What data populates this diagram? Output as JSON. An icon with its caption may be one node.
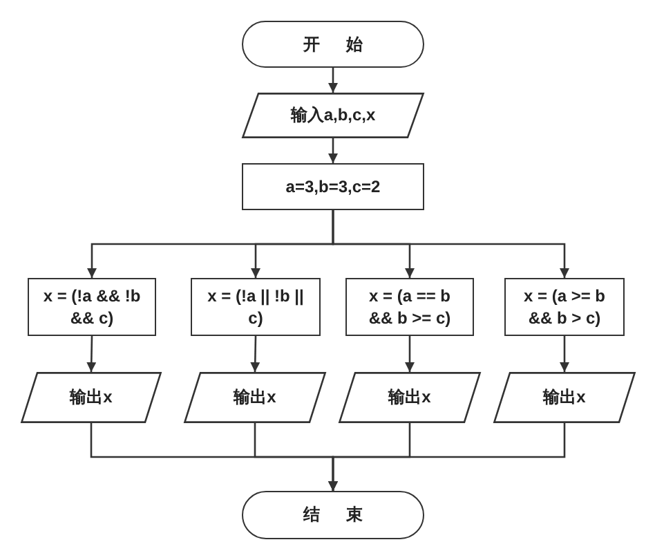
{
  "diagram": {
    "nodes": [
      {
        "text": [
          "开始"
        ]
      },
      {
        "text": [
          "输入a,b,c,x"
        ]
      },
      {
        "text": [
          "a=3,b=3,c=2"
        ]
      },
      {
        "text": [
          "x = (!a && !b && c)"
        ]
      },
      {
        "text": [
          "x = (!a || !b || c)"
        ]
      },
      {
        "text": [
          "x = (a == b && b >= c)"
        ]
      },
      {
        "text": [
          "x = (a >= b && b > c)"
        ]
      },
      {
        "text": [
          "输出x"
        ]
      },
      {
        "text": [
          "输出x"
        ]
      },
      {
        "text": [
          "输出x"
        ]
      },
      {
        "text": [
          "输出x"
        ]
      },
      {
        "text": [
          "结束"
        ]
      }
    ],
    "edges": [
      {
        "from": 0,
        "to": 1,
        "arrow": "to"
      },
      {
        "from": 1,
        "to": 2,
        "arrow": "to"
      },
      {
        "from": 2,
        "to": 3,
        "arrow": "to"
      },
      {
        "from": 2,
        "to": 4,
        "arrow": "to"
      },
      {
        "from": 2,
        "to": 5,
        "arrow": "to"
      },
      {
        "from": 2,
        "to": 6,
        "arrow": "to"
      },
      {
        "from": 3,
        "to": 7,
        "arrow": "to"
      },
      {
        "from": 4,
        "to": 8,
        "arrow": "to"
      },
      {
        "from": 5,
        "to": 9,
        "arrow": "to"
      },
      {
        "from": 6,
        "to": 10,
        "arrow": "to"
      },
      {
        "from": 7,
        "to": 11,
        "arrow": "to"
      },
      {
        "from": 8,
        "to": 11,
        "arrow": "to"
      },
      {
        "from": 9,
        "to": 11,
        "arrow": "to"
      },
      {
        "from": 10,
        "to": 11,
        "arrow": "to"
      }
    ]
  }
}
